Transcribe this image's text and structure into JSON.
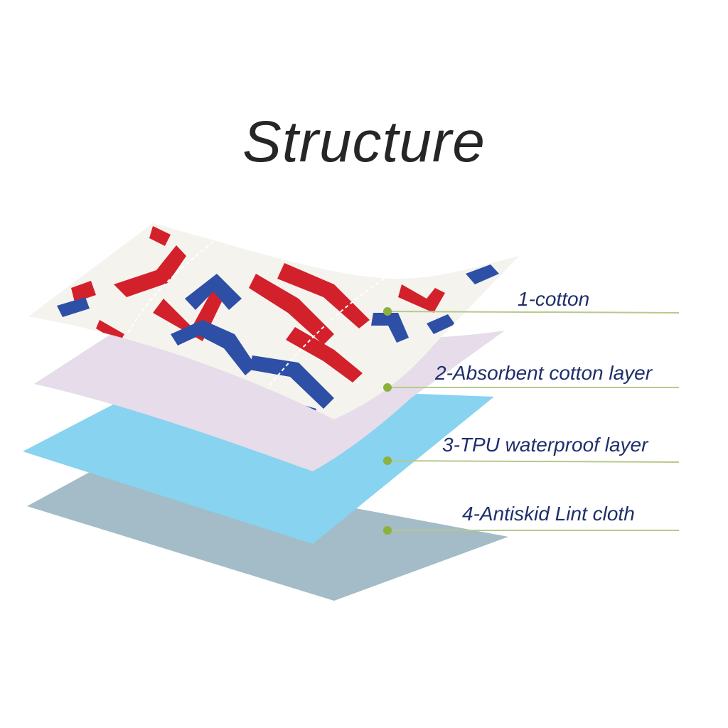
{
  "title": "Structure",
  "layers": [
    {
      "label": "1-cotton",
      "color": "#f4f3ee"
    },
    {
      "label": "2-Absorbent cotton layer",
      "color": "#e6dcea"
    },
    {
      "label": "3-TPU waterproof layer",
      "color": "#87d3f0"
    },
    {
      "label": "4-Antiskid Lint cloth",
      "color": "#a3bcc7"
    }
  ],
  "colors": {
    "title_text": "#262626",
    "label_text": "#1f2f6b",
    "pointer_dot": "#8db13c",
    "pointer_line": "#b8c98a",
    "pattern_red": "#d3212b",
    "pattern_blue": "#2d4fa6"
  }
}
